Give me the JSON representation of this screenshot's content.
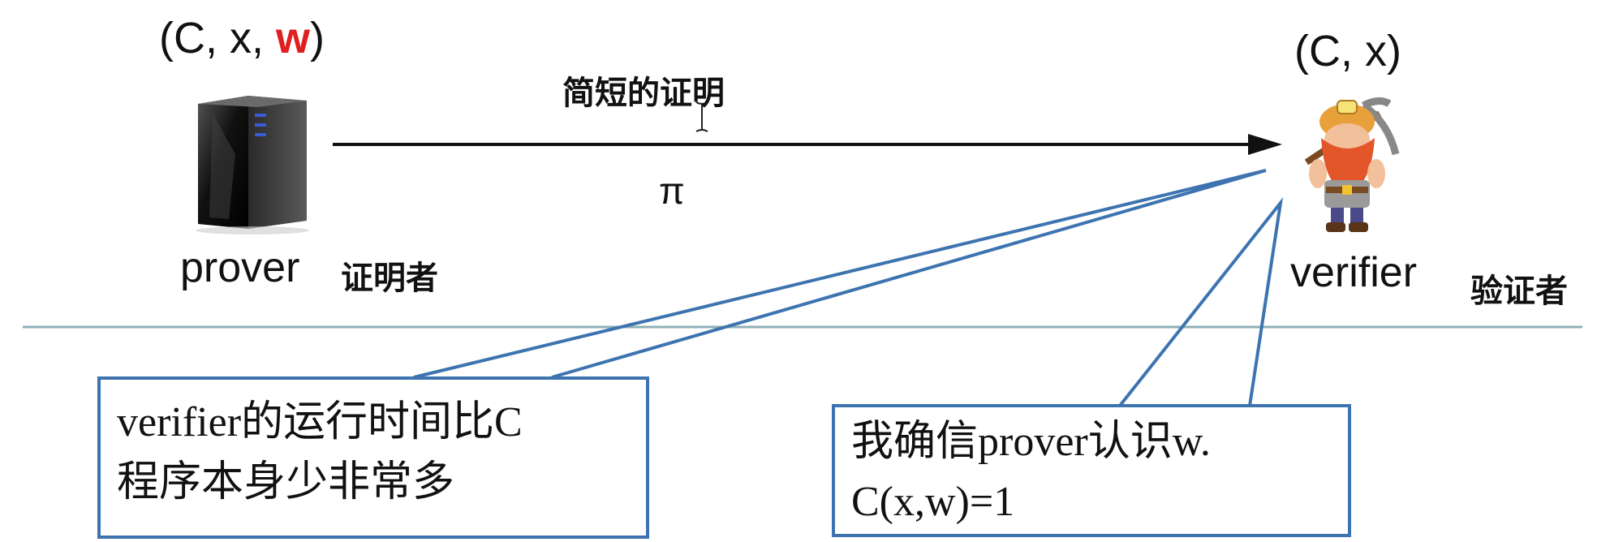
{
  "prover": {
    "tuple_prefix": "(C, x, ",
    "tuple_w": "w",
    "tuple_suffix": ")",
    "label": "prover",
    "label_cn": "证明者"
  },
  "verifier": {
    "tuple": "(C, x)",
    "label": "verifier",
    "label_cn": "验证者"
  },
  "arrow": {
    "caption_top": "简短的证明",
    "caption_bottom": "π"
  },
  "callout_left": {
    "line1": "verifier的运行时间比C",
    "line2": "程序本身少非常多"
  },
  "callout_right": {
    "line1": "我确信prover认识w.",
    "line2": "C(x,w)=1"
  },
  "colors": {
    "accent_red": "#e02020",
    "callout_border": "#3d74b0",
    "divider": "#8fb0b8"
  },
  "icons": {
    "prover_image": "server-tower-icon",
    "verifier_image": "dwarf-miner-icon",
    "cursor": "text-cursor-icon"
  }
}
